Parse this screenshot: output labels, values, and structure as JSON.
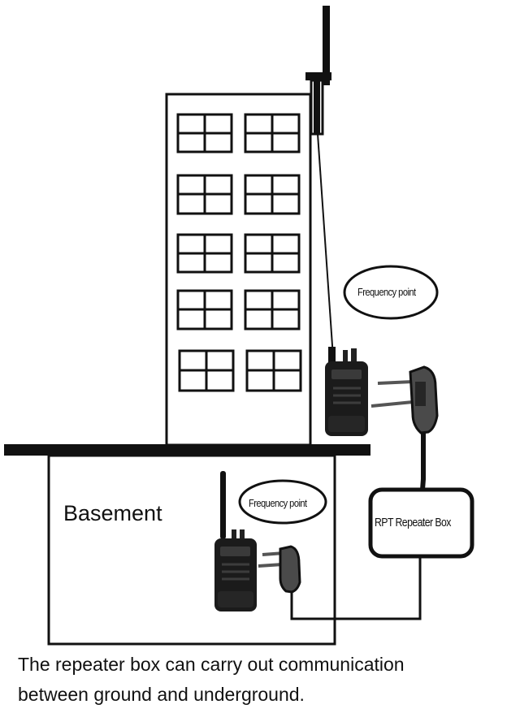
{
  "diagram": {
    "basement_label": "Basement",
    "frequency_point_upper": "Frequency point",
    "frequency_point_lower": "Frequency point",
    "repeater_box_label": "RPT Repeater Box",
    "caption_line1": "The repeater box can carry out communication",
    "caption_line2": "between ground and underground."
  }
}
